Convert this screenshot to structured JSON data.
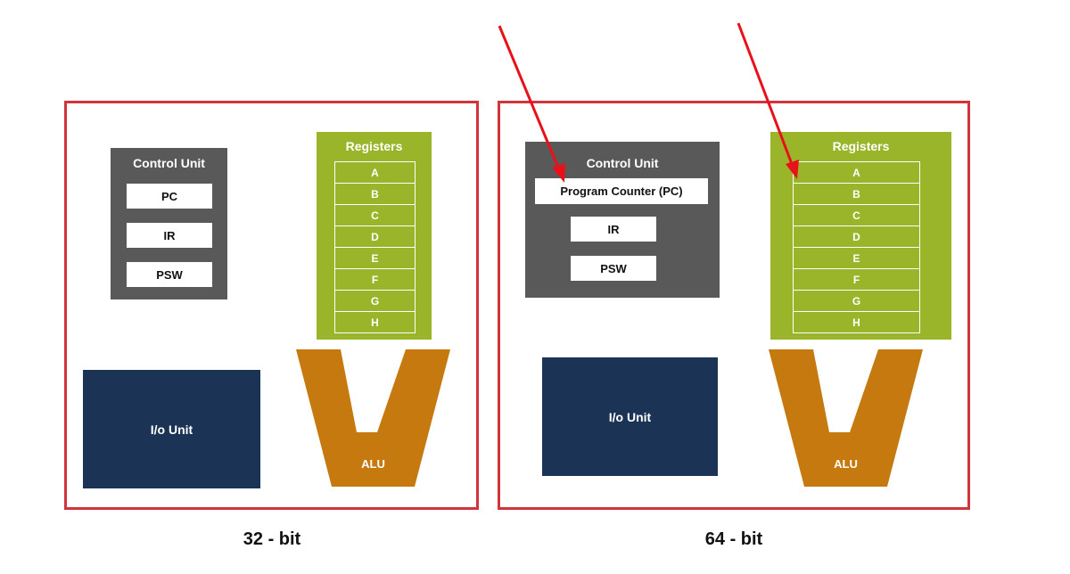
{
  "diagram_32": {
    "caption": "32 - bit",
    "control_unit": {
      "title": "Control Unit",
      "boxes": [
        "PC",
        "IR",
        "PSW"
      ]
    },
    "registers": {
      "title": "Registers",
      "cells": [
        "A",
        "B",
        "C",
        "D",
        "E",
        "F",
        "G",
        "H"
      ]
    },
    "io_unit": "I/o Unit",
    "alu": "ALU"
  },
  "diagram_64": {
    "caption": "64 - bit",
    "control_unit": {
      "title": "Control Unit",
      "boxes": [
        "Program Counter (PC)",
        "IR",
        "PSW"
      ]
    },
    "registers": {
      "title": "Registers",
      "cells": [
        "A",
        "B",
        "C",
        "D",
        "E",
        "F",
        "G",
        "H"
      ]
    },
    "io_unit": "I/o Unit",
    "alu": "ALU"
  },
  "colors": {
    "frame": "#d1343c",
    "control_unit": "#595959",
    "registers": "#9ab52a",
    "io_unit": "#1b3354",
    "alu": "#c5790f",
    "arrow": "#e8111a"
  }
}
